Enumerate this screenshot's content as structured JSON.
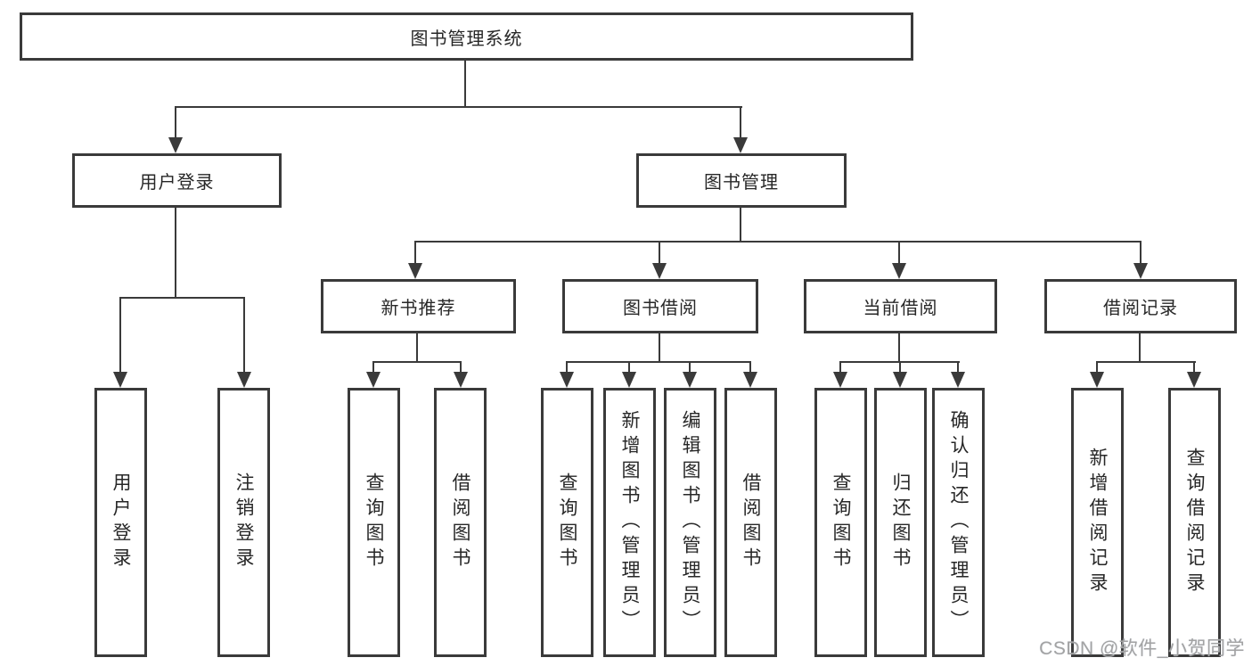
{
  "colors": {
    "line": "#3a3a3a",
    "box_border": "#3a3a3a",
    "text": "#272727",
    "watermark": "#a3a3a3",
    "background": "#ffffff"
  },
  "watermark": "CSDN @软件_小贺同学",
  "diagram": {
    "type": "hierarchy-tree",
    "root": {
      "label": "图书管理系统"
    },
    "level2": [
      {
        "label": "用户登录",
        "children": [
          {
            "label": "用户登录"
          },
          {
            "label": "注销登录"
          }
        ]
      },
      {
        "label": "图书管理",
        "children": [
          {
            "label": "新书推荐",
            "children": [
              {
                "label": "查询图书"
              },
              {
                "label": "借阅图书"
              }
            ]
          },
          {
            "label": "图书借阅",
            "children": [
              {
                "label": "查询图书"
              },
              {
                "label": "新增图书（管理员）"
              },
              {
                "label": "编辑图书（管理员）"
              },
              {
                "label": "借阅图书"
              }
            ]
          },
          {
            "label": "当前借阅",
            "children": [
              {
                "label": "查询图书"
              },
              {
                "label": "归还图书"
              },
              {
                "label": "确认归还（管理员）"
              }
            ]
          },
          {
            "label": "借阅记录",
            "children": [
              {
                "label": "新增借阅记录"
              },
              {
                "label": "查询借阅记录"
              }
            ]
          }
        ]
      }
    ]
  }
}
